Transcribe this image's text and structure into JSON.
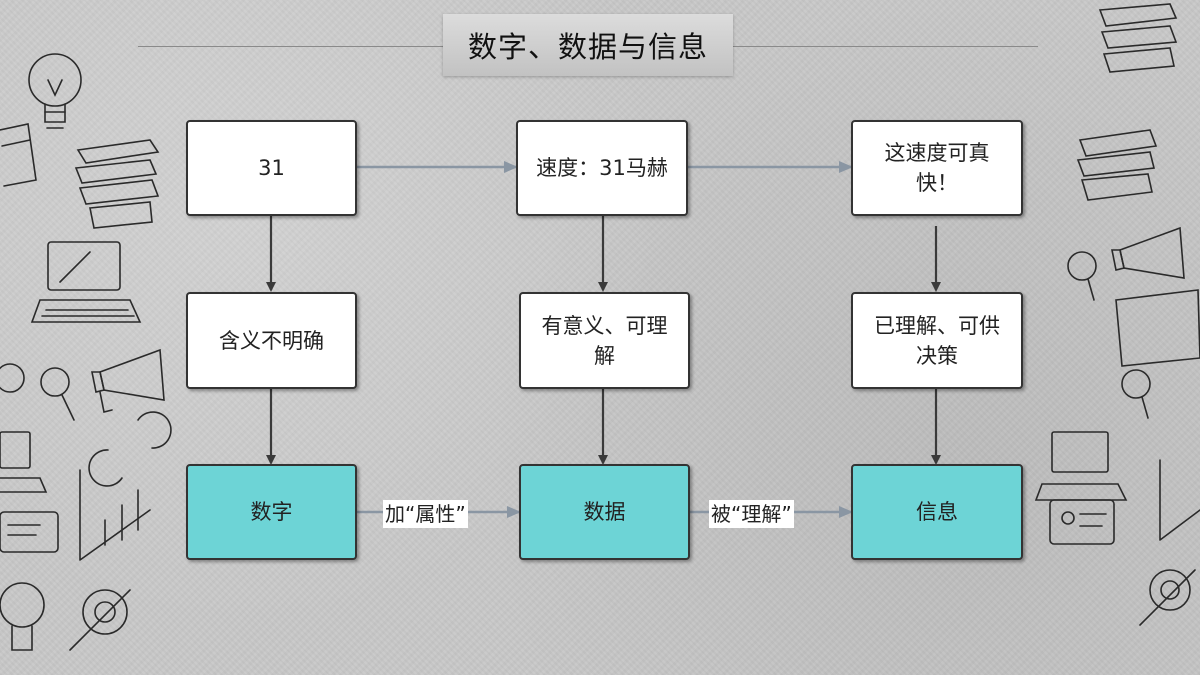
{
  "title": "数字、数据与信息",
  "nodes": {
    "r1c1": "31",
    "r1c2": "速度：31马赫",
    "r1c3": "这速度可真快！",
    "r2c1": "含义不明确",
    "r2c2": "有意义、可理解",
    "r2c3": "已理解、可供决策",
    "r3c1": "数字",
    "r3c2": "数据",
    "r3c3": "信息"
  },
  "edge_labels": {
    "add_attribute": "加“属性”",
    "be_understood": "被“理解”"
  },
  "colors": {
    "teal_node": "#6dd4d6",
    "horizontal_arrow": "#8a96a3",
    "vertical_arrow": "#3a3a3a"
  }
}
